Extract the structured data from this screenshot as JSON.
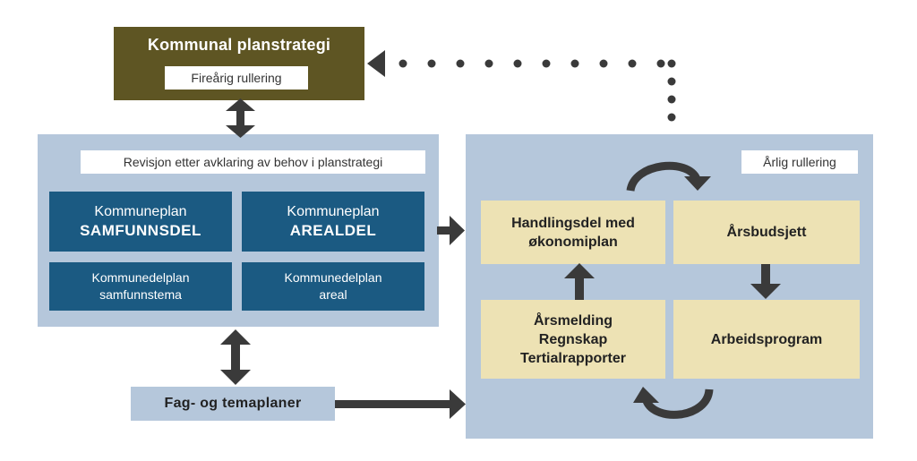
{
  "strategy": {
    "title": "Kommunal planstrategi",
    "subtitle": "Fireårig rullering"
  },
  "left_panel": {
    "revision_label": "Revisjon etter avklaring av behov i planstrategi",
    "plans": [
      {
        "line1": "Kommuneplan",
        "line2": "SAMFUNNSDEL"
      },
      {
        "line1": "Kommuneplan",
        "line2": "AREALDEL"
      },
      {
        "line1": "Kommunedelplan",
        "line2": "samfunnstema"
      },
      {
        "line1": "Kommunedelplan",
        "line2": "areal"
      }
    ]
  },
  "fag": {
    "label": "Fag- og temaplaner"
  },
  "right_panel": {
    "annual_label": "Årlig rullering",
    "cycle": [
      {
        "line1": "Handlingsdel med",
        "line2": "økonomiplan"
      },
      {
        "line1": "Årsbudsjett"
      },
      {
        "line1": "Årsmelding",
        "line2": "Regnskap",
        "line3": "Tertialrapporter"
      },
      {
        "line1": "Arbeidsprogram"
      }
    ]
  },
  "colors": {
    "strategy_bg": "#5e5523",
    "panel_bg": "#b5c7db",
    "plan_bg": "#1b5a82",
    "cycle_bg": "#ede2b4",
    "arrow": "#3a3a3a"
  },
  "icons": [
    "double-arrow-icon",
    "right-arrow-icon",
    "up-arrow-icon",
    "down-arrow-icon",
    "curved-arrow-icon",
    "dotted-arrow-icon"
  ]
}
